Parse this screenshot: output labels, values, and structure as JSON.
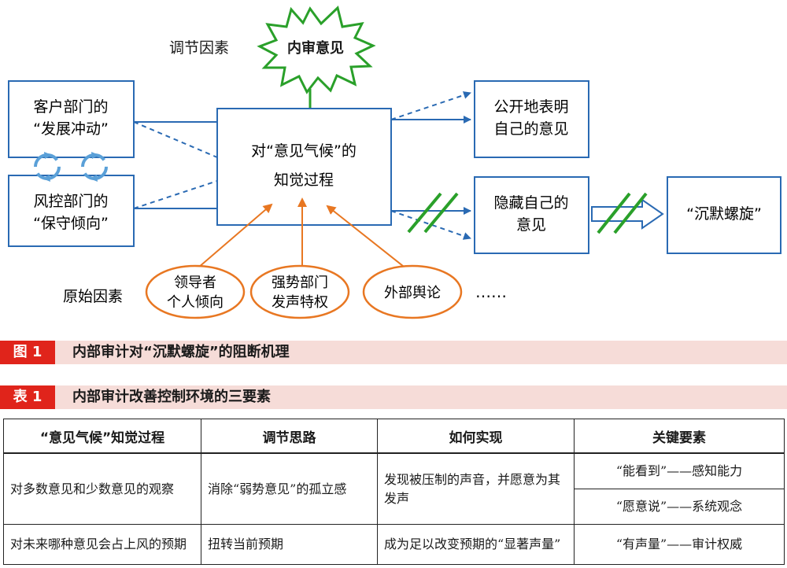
{
  "figure": {
    "moderator_label": "调节因素",
    "moderator_burst": "内审意见",
    "origin_label": "原始因素",
    "client_box": [
      "客户部门的",
      "“发展冲动”"
    ],
    "risk_box": [
      "风控部门的",
      "“保守倾向”"
    ],
    "center_box": [
      "对“意见气候”的",
      "知觉过程"
    ],
    "public_box": [
      "公开地表明",
      "自己的意见"
    ],
    "hide_box": [
      "隐藏自己的",
      "意见"
    ],
    "spiral_box": "“沉默螺旋”",
    "ellipse_leader": [
      "领导者",
      "个人倾向"
    ],
    "ellipse_strong": [
      "强势部门",
      "发声特权"
    ],
    "ellipse_public": "外部舆论",
    "ellipsis": "……",
    "caption_tag": "图 1",
    "caption_text": "内部审计对“沉默螺旋”的阻断机理",
    "colors": {
      "box_border": "#2a6ab3",
      "arrow_blue": "#2a6ab3",
      "burst_green": "#2aa02a",
      "arrow_orange": "#e87722",
      "caption_red": "#e0241b",
      "caption_bg": "#f6dcd8"
    }
  },
  "table": {
    "caption_tag": "表 1",
    "caption_text": "内部审计改善控制环境的三要素",
    "headers": [
      "“意见气候”知觉过程",
      "调节思路",
      "如何实现",
      "关键要素"
    ],
    "rows": [
      {
        "perception": "对多数意见和少数意见的观察",
        "approach": "消除“弱势意见”的孤立感",
        "realization": "发现被压制的声音，并愿意为其发声",
        "key1": "“能看到”——感知能力",
        "key2": "“愿意说”——系统观念"
      },
      {
        "perception": "对未来哪种意见会占上风的预期",
        "approach": "扭转当前预期",
        "realization": "成为足以改变预期的“显著声量”",
        "key1": "“有声量”——审计权威"
      }
    ]
  }
}
